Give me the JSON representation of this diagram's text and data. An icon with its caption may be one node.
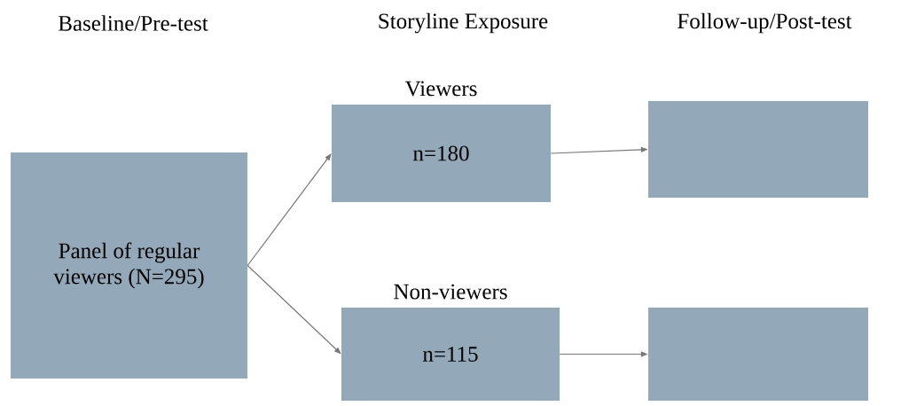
{
  "diagram": {
    "nodes": [
      {
        "text": [
          "Panel of regular viewers (N=295)"
        ]
      },
      {
        "text": [
          "Viewers",
          "n=180"
        ]
      },
      {
        "text": [
          "Non-viewers",
          "n=115"
        ]
      },
      {
        "text": [],
        "shape": "box"
      },
      {
        "text": [],
        "shape": "box"
      }
    ],
    "edges": [
      {
        "from": 0,
        "to": 1,
        "arrow": "to"
      },
      {
        "from": 0,
        "to": 2,
        "arrow": "to"
      },
      {
        "from": 1,
        "to": 3,
        "arrow": "to"
      },
      {
        "from": 2,
        "to": 4,
        "arrow": "to"
      }
    ],
    "labels": [
      "Baseline/Pre-test",
      "Storyline Exposure",
      "Follow-up/Post-test"
    ]
  }
}
